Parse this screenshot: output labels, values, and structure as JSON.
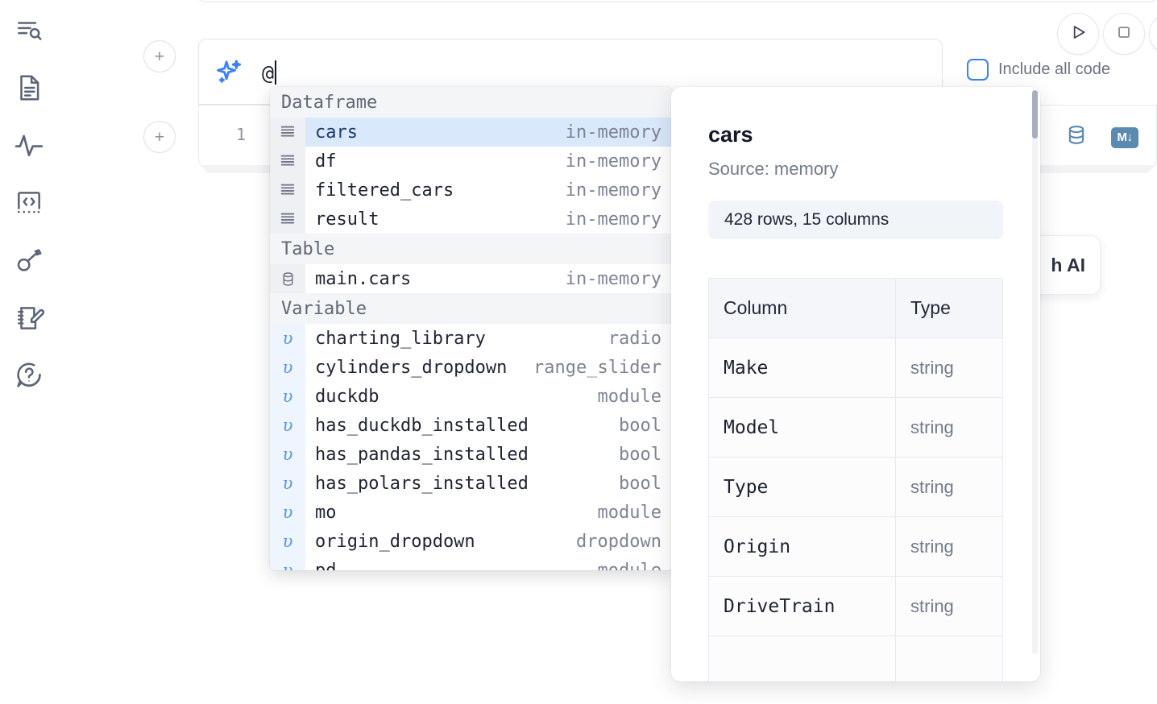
{
  "app": {
    "name": "marimo-notebook"
  },
  "sidebar": {
    "items": [
      {
        "name": "outline-search-icon",
        "label": "Explore"
      },
      {
        "name": "file-document-icon",
        "label": "Files"
      },
      {
        "name": "activity-pulse-icon",
        "label": "Activity"
      },
      {
        "name": "code-brackets-icon",
        "label": "Snippets"
      },
      {
        "name": "secrets-key-icon",
        "label": "Secrets"
      },
      {
        "name": "scratchpad-edit-icon",
        "label": "Scratchpad"
      },
      {
        "name": "help-question-icon",
        "label": "Help"
      }
    ]
  },
  "toolbar": {
    "run_icon": "play-icon",
    "stop_icon": "stop-square-icon",
    "more_icon": "more-circle-icon",
    "include_all_code_label": "Include all code",
    "include_all_code_checked": false
  },
  "prompt": {
    "sparkle_icon": "sparkle-ai-icon",
    "value": "@",
    "add_cell_label": "+"
  },
  "code_cell": {
    "line_number": "1",
    "database_icon": "database-icon",
    "markdown_icon": "markdown-download-icon",
    "markdown_badge_label": "M↓"
  },
  "ai_chip": {
    "label": "h AI"
  },
  "autocomplete": {
    "groups": [
      {
        "label": "Dataframe",
        "icon": "dataframe-rows-icon",
        "gutter_style": "dataframe",
        "items": [
          {
            "name": "cars",
            "type": "in-memory",
            "selected": true
          },
          {
            "name": "df",
            "type": "in-memory",
            "selected": false
          },
          {
            "name": "filtered_cars",
            "type": "in-memory",
            "selected": false
          },
          {
            "name": "result",
            "type": "in-memory",
            "selected": false
          }
        ]
      },
      {
        "label": "Table",
        "icon": "database-icon",
        "gutter_style": "table",
        "items": [
          {
            "name": "main.cars",
            "type": "in-memory",
            "selected": false
          }
        ]
      },
      {
        "label": "Variable",
        "icon": "variable-icon",
        "gutter_style": "variable",
        "items": [
          {
            "name": "charting_library",
            "type": "radio",
            "selected": false
          },
          {
            "name": "cylinders_dropdown",
            "type": "range_slider",
            "selected": false
          },
          {
            "name": "duckdb",
            "type": "module",
            "selected": false
          },
          {
            "name": "has_duckdb_installed",
            "type": "bool",
            "selected": false
          },
          {
            "name": "has_pandas_installed",
            "type": "bool",
            "selected": false
          },
          {
            "name": "has_polars_installed",
            "type": "bool",
            "selected": false
          },
          {
            "name": "mo",
            "type": "module",
            "selected": false
          },
          {
            "name": "origin_dropdown",
            "type": "dropdown",
            "selected": false
          },
          {
            "name": "pd",
            "type": "module",
            "selected": false
          }
        ]
      }
    ]
  },
  "detail": {
    "title": "cars",
    "source": "Source: memory",
    "shape": "428 rows, 15 columns",
    "columns_header": "Column",
    "type_header": "Type",
    "rows": [
      {
        "column": "Make",
        "type": "string"
      },
      {
        "column": "Model",
        "type": "string"
      },
      {
        "column": "Type",
        "type": "string"
      },
      {
        "column": "Origin",
        "type": "string"
      },
      {
        "column": "DriveTrain",
        "type": "string"
      },
      {
        "column": "",
        "type": ""
      }
    ]
  }
}
